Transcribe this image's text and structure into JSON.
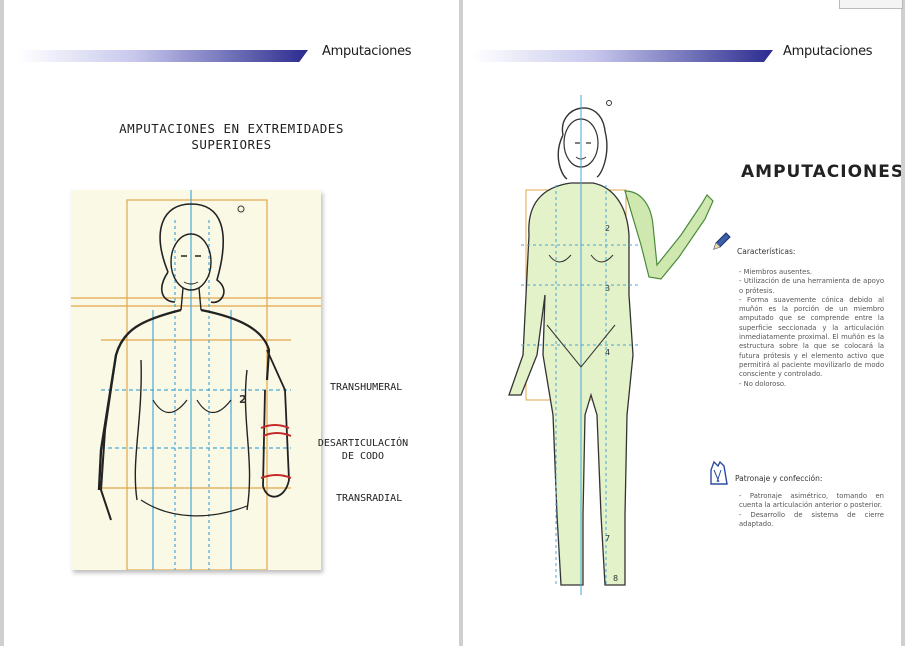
{
  "colors": {
    "header_gradient_start": "#ffffff",
    "header_gradient_end": "#2b2b8f",
    "paper": "#faf9e6",
    "figure_fill_right": "#e3f2c8",
    "amputation_mark": "#c62828"
  },
  "left_page": {
    "brand": "Amputaciones",
    "title_line1": "AMPUTACIONES EN EXTREMIDADES",
    "title_line2": "SUPERIORES",
    "labels": {
      "transhumeral": "TRANSHUMERAL",
      "desarticulacion_line1": "DESARTICULACIÓN",
      "desarticulacion_line2": "DE CODO",
      "transradial": "TRANSRADIAL"
    },
    "figure_marks": {
      "o": "o",
      "n2": "2"
    }
  },
  "right_page": {
    "brand": "Amputaciones",
    "title": "AMPUTACIONES",
    "figure_marks": {
      "o": "o",
      "n2": "2",
      "n3": "3",
      "n4": "4",
      "n7": "7",
      "n8": "8"
    },
    "caracteristicas": {
      "heading": "Características:",
      "icon": "pencil-icon",
      "items": [
        "- Miembros ausentes.",
        "- Utilización de una herramienta de apoyo o prótesis.",
        "- Forma suavemente cónica debido al muñón es la porción de un miembro amputado que se comprende entre la superficie seccionada y la articulación inmediatamente proximal. El muñón es la estructura sobre la que se colocará la futura prótesis y el elemento activo que permitirá al paciente movilizarlo de modo consciente y controlado.",
        "- No doloroso."
      ]
    },
    "patronaje": {
      "heading": "Patronaje y confección:",
      "icon": "garment-pattern-icon",
      "items": [
        "- Patronaje asimétrico, tomando en cuenta la articulación anterior o posterior.",
        "- Desarrollo de sistema de cierre adaptado."
      ]
    }
  }
}
